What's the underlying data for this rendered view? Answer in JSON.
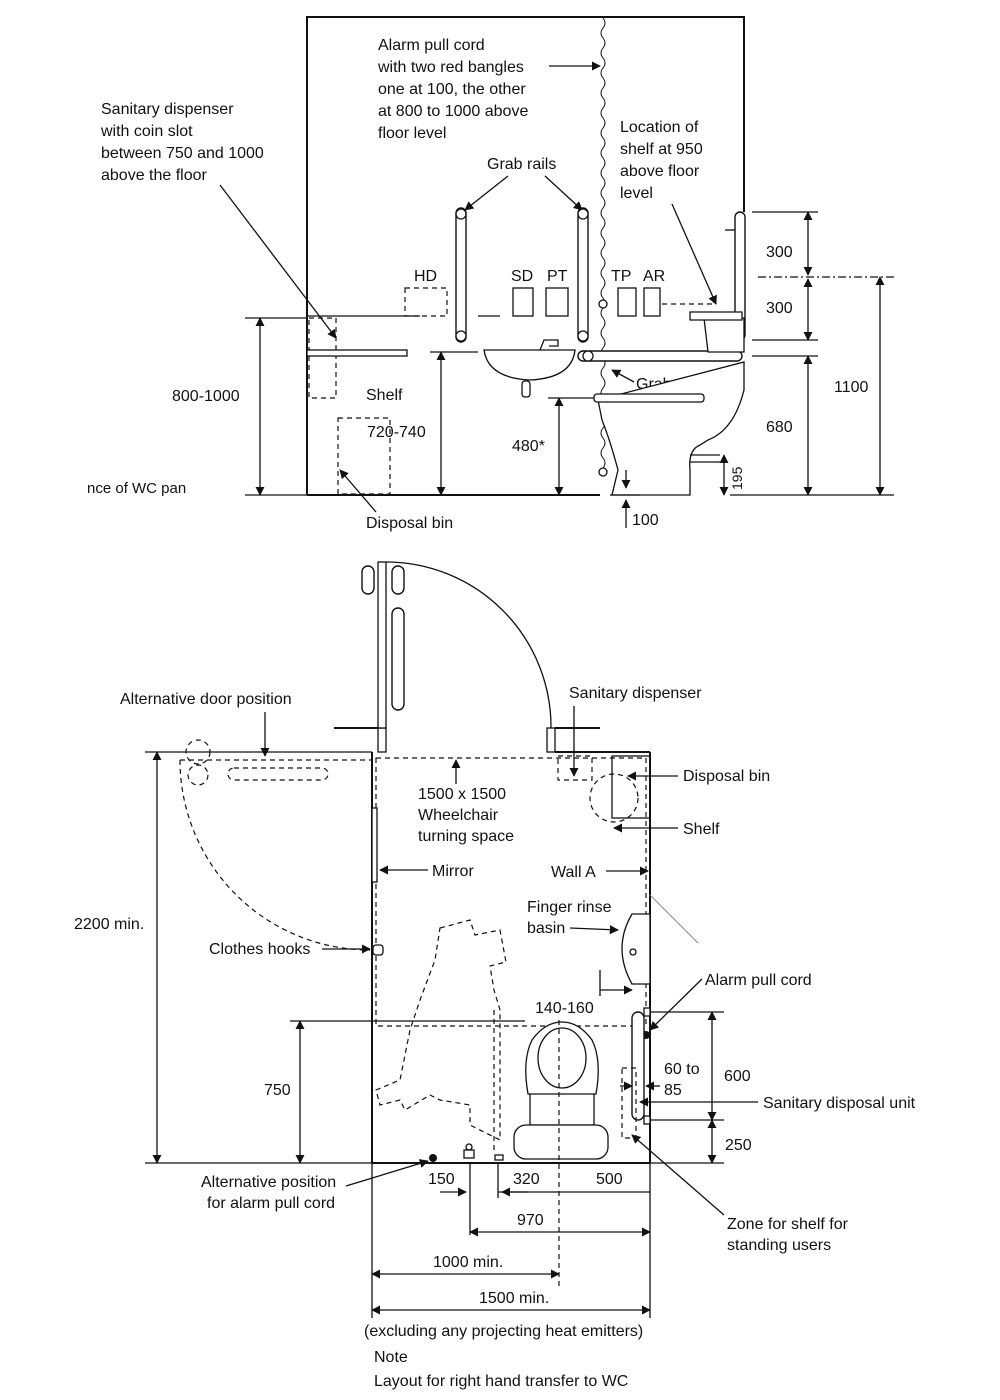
{
  "elevation": {
    "alarm_cord_label": [
      "Alarm pull cord",
      "with two red bangles",
      "one at 100, the other",
      "at 800 to 1000 above",
      "floor level"
    ],
    "sanitary_dispenser_label": [
      "Sanitary dispenser",
      "with coin slot",
      "between 750 and 1000",
      "above the floor"
    ],
    "shelf_location_label": [
      "Location of",
      "shelf at 950",
      "above floor",
      "level"
    ],
    "grab_rails_top": "Grab rails",
    "grab_rails_side": "Grab rails",
    "hd": "HD",
    "sd": "SD",
    "pt": "PT",
    "tp": "TP",
    "ar": "AR",
    "shelf": "Shelf",
    "disposal_bin": "Disposal bin",
    "dim_800_1000": "800-1000",
    "dim_720_740": "720-740",
    "dim_480": "480*",
    "dim_300_top": "300",
    "dim_300_bottom": "300",
    "dim_680": "680",
    "dim_1100": "1100",
    "dim_195": "195",
    "dim_100": "100",
    "wc_pan_fragment": "nce of WC pan"
  },
  "plan": {
    "alternative_door": "Alternative door position",
    "sanitary_dispenser": "Sanitary dispenser",
    "disposal_bin": "Disposal bin",
    "shelf": "Shelf",
    "turning_space": [
      "1500 x 1500",
      "Wheelchair",
      "turning space"
    ],
    "mirror": "Mirror",
    "wall_a": "Wall A",
    "finger_rinse": [
      "Finger rinse",
      "basin"
    ],
    "clothes_hooks": "Clothes hooks",
    "alarm_pull_cord": "Alarm pull cord",
    "dim_2200": "2200 min.",
    "dim_140_160": "140-160",
    "dim_600": "600",
    "dim_60_85": [
      "60 to",
      "85"
    ],
    "sanitary_disposal_unit": "Sanitary disposal unit",
    "dim_750": "750",
    "dim_250": "250",
    "alt_alarm": [
      "Alternative position",
      "for alarm pull cord"
    ],
    "dim_150": "150",
    "dim_320": "320",
    "dim_500": "500",
    "dim_970": "970",
    "shelf_zone": [
      "Zone for shelf for",
      "standing users"
    ],
    "dim_1000": "1000 min.",
    "dim_1500": "1500 min.",
    "excluding": "(excluding any projecting heat emitters)",
    "note_title": "Note",
    "note_text": "Layout for right hand transfer to WC"
  }
}
